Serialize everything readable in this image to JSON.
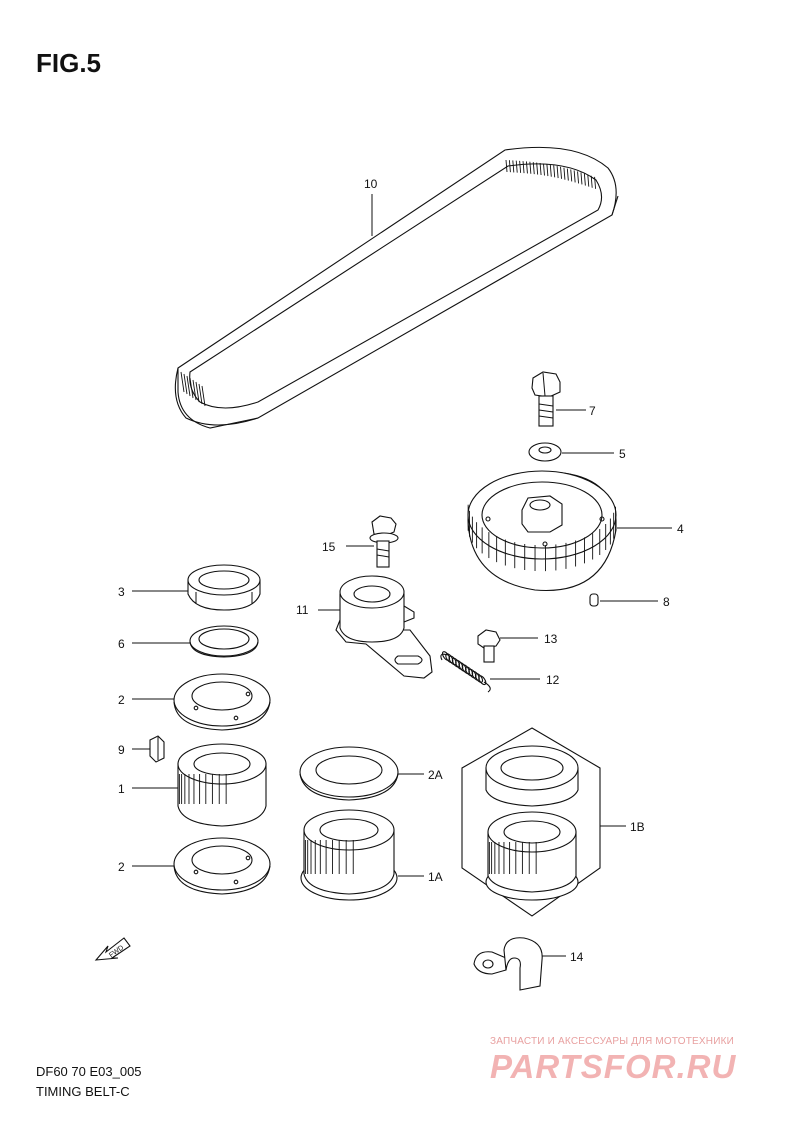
{
  "figure": {
    "title": "FIG.5"
  },
  "footer": {
    "code": "DF60 70 E03_005",
    "caption": "TIMING BELT-C"
  },
  "fwd_label": "FWD",
  "watermark": {
    "tagline": "ЗАПЧАСТИ И АКСЕССУАРЫ ДЛЯ МОТОТЕХНИКИ",
    "logo": "PARTSFOR.RU"
  },
  "callouts": {
    "c10": "10",
    "c7": "7",
    "c5": "5",
    "c4": "4",
    "c8": "8",
    "c15": "15",
    "c11": "11",
    "c13": "13",
    "c12": "12",
    "c3": "3",
    "c6": "6",
    "c2a": "2",
    "c9": "9",
    "c1": "1",
    "c2b": "2",
    "c2A": "2A",
    "c1A": "1A",
    "c1B": "1B",
    "c14": "14"
  }
}
